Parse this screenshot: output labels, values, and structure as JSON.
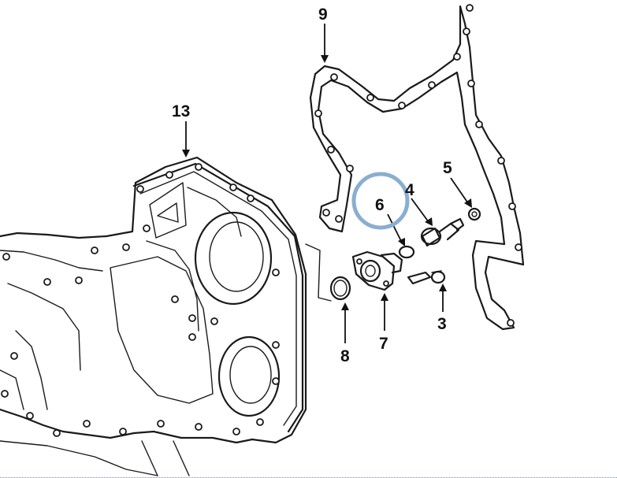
{
  "diagram": {
    "callouts": [
      {
        "id": "13",
        "label": "13"
      },
      {
        "id": "9",
        "label": "9"
      },
      {
        "id": "6",
        "label": "6"
      },
      {
        "id": "4",
        "label": "4"
      },
      {
        "id": "5",
        "label": "5"
      },
      {
        "id": "8",
        "label": "8"
      },
      {
        "id": "7",
        "label": "7"
      },
      {
        "id": "3",
        "label": "3"
      }
    ],
    "highlight": {
      "target": "6",
      "color": "#8aaed0"
    },
    "line_color": "#1a1a1a"
  }
}
